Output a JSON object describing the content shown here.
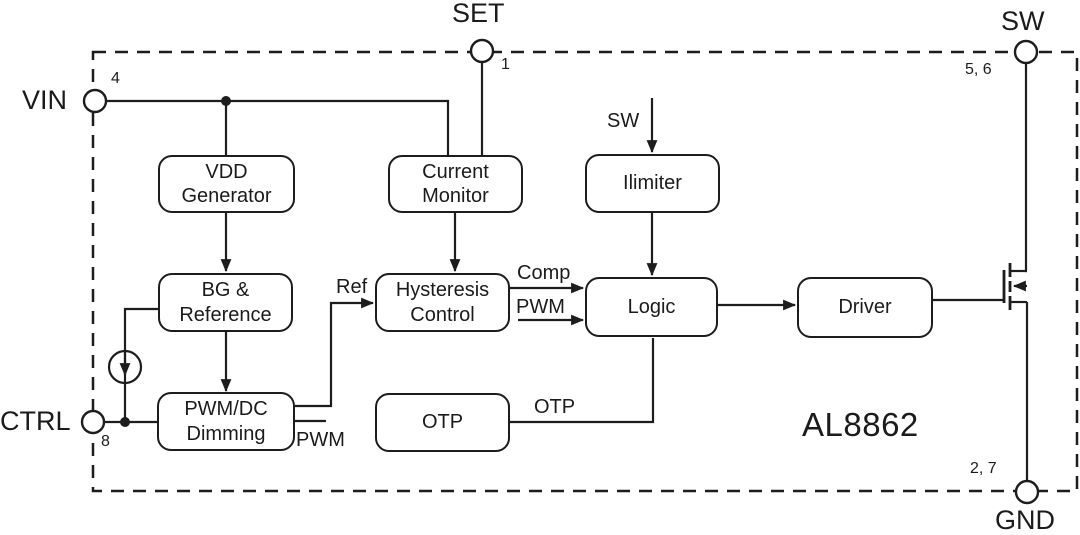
{
  "part_number": "AL8862",
  "pins": {
    "vin": {
      "label": "VIN",
      "number": "4"
    },
    "set": {
      "label": "SET",
      "number": "1"
    },
    "sw": {
      "label": "SW",
      "number": "5, 6"
    },
    "gnd": {
      "label": "GND",
      "number": "2, 7"
    },
    "ctrl": {
      "label": "CTRL",
      "number": "8"
    }
  },
  "blocks": {
    "vdd": "VDD Generator",
    "current_monitor": "Current Monitor",
    "ilimiter": "Ilimiter",
    "bg_reference": "BG & Reference",
    "hysteresis": "Hysteresis Control",
    "logic": "Logic",
    "pwm_dimming": "PWM/DC Dimming",
    "otp": "OTP",
    "driver": "Driver"
  },
  "signals": {
    "ref": "Ref",
    "comp": "Comp",
    "pwm_to_logic": "PWM",
    "pwm_out": "PWM",
    "otp_out": "OTP",
    "sw_internal": "SW"
  },
  "colors": {
    "line": "#1d1d1d",
    "text": "#1b1b1b",
    "background": "#ffffff"
  }
}
